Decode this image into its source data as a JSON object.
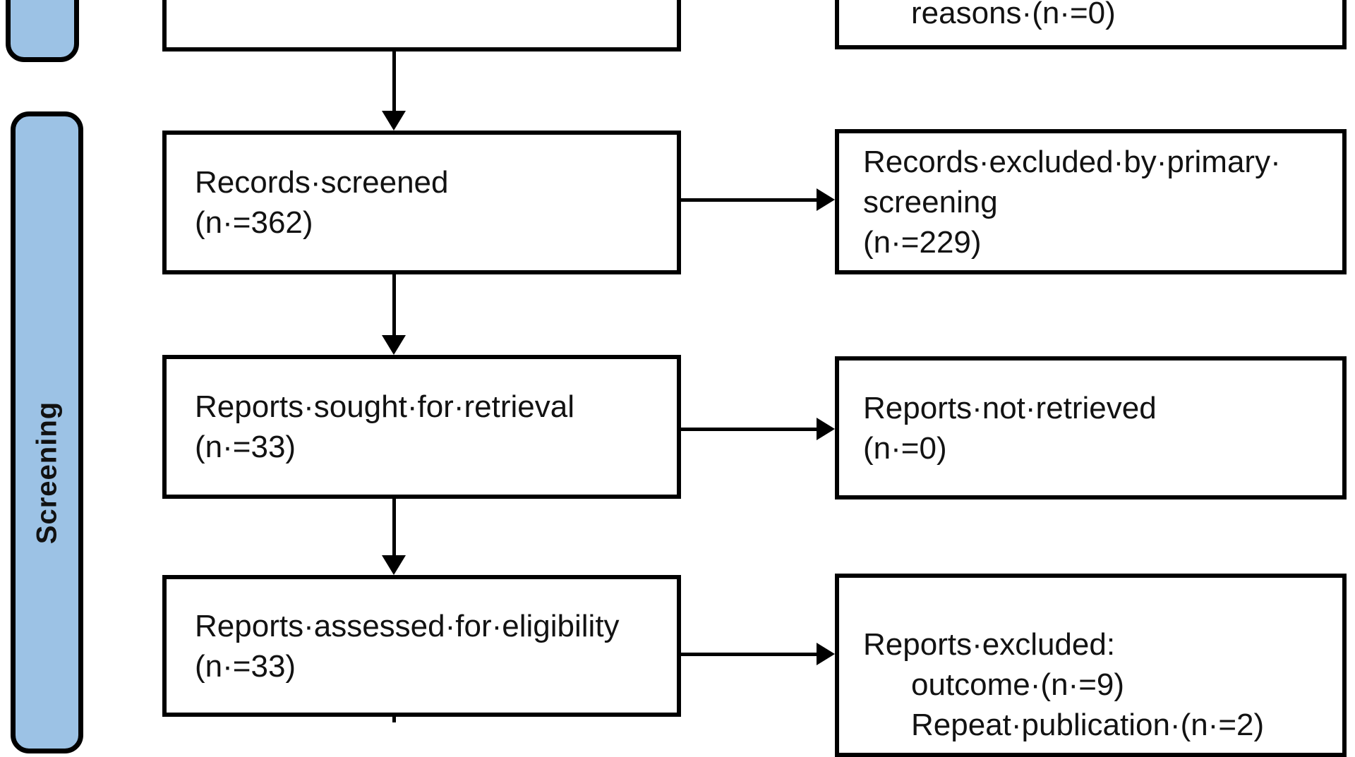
{
  "palette": {
    "band_fill": "#9CC2E5",
    "line_color": "#000000",
    "box_fill": "#FFFFFF",
    "text_color": "#121212"
  },
  "sidebar": {
    "top_band_partial": {
      "label": ""
    },
    "screening_band": {
      "label": "Screening"
    }
  },
  "boxes": {
    "identification_left_partial": {
      "lines": []
    },
    "identification_right_partial": {
      "lines": [
        "reasons·(n·=0)"
      ]
    },
    "records_screened": {
      "lines": [
        "Records·screened",
        "(n·=362)"
      ]
    },
    "records_excluded_primary": {
      "lines": [
        "Records·excluded·by·primary·",
        "screening",
        "(n·=229)"
      ]
    },
    "reports_sought": {
      "lines": [
        "Reports·sought·for·retrieval",
        "(n·=33)"
      ]
    },
    "reports_not_retrieved": {
      "lines": [
        "Reports·not·retrieved",
        "(n·=0)"
      ]
    },
    "reports_assessed": {
      "lines": [
        "Reports·assessed·for·eligibility",
        "(n·=33)"
      ]
    },
    "reports_excluded": {
      "lines": [
        "Reports·excluded:",
        "outcome·(n·=9)",
        "Repeat·publication·(n·=2)"
      ]
    }
  }
}
